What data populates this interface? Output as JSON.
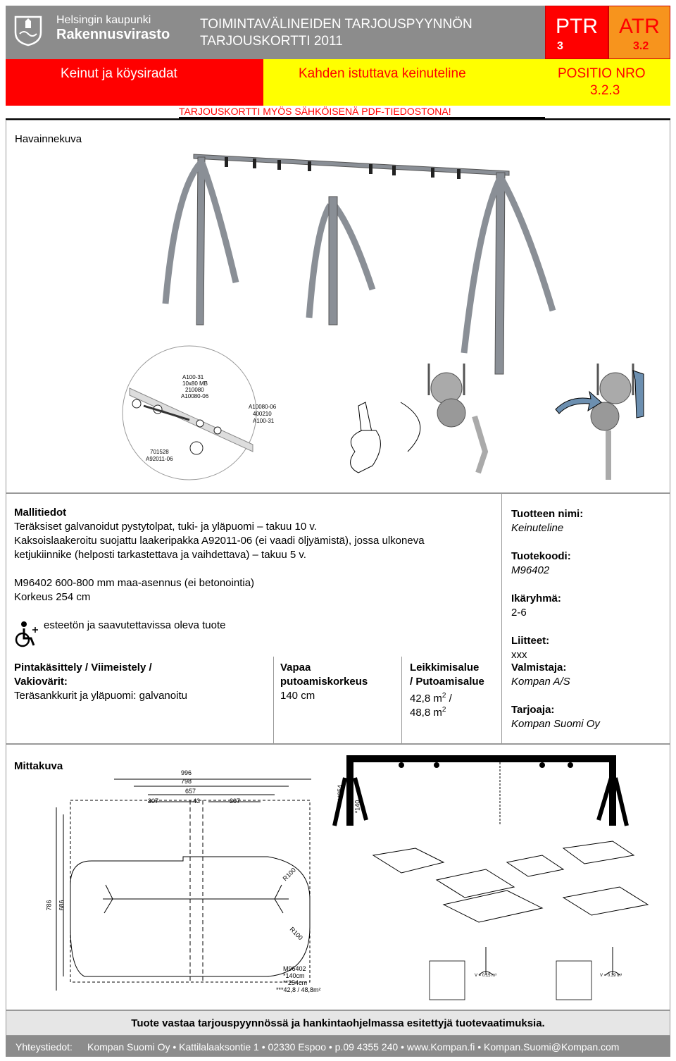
{
  "header": {
    "org_line1": "Helsingin kaupunki",
    "org_line2": "Rakennusvirasto",
    "title_line1": "TOIMINTAVÄLINEIDEN TARJOUSPYYNNÖN",
    "title_line2": "TARJOUSKORTTI 2011",
    "ptr_label": "PTR",
    "ptr_value": "3",
    "atr_label": "ATR",
    "atr_value": "3.2",
    "category": "Keinut ja köysiradat",
    "product": "Kahden istuttava keinuteline",
    "position_label": "POSITIO NRO",
    "position_value": "3.2.3",
    "pdf_note": "TARJOUSKORTTI MYÖS SÄHKÖISENÄ PDF-TIEDOSTONA!"
  },
  "illustration": {
    "heading": "Havainnekuva",
    "detail_labels": [
      "A100-31",
      "10x80 MB",
      "210080",
      "A10080-06",
      "A10080-06",
      "400210",
      "A100-31",
      "701528",
      "A92011-06"
    ]
  },
  "model_info": {
    "heading": "Mallitiedot",
    "line1": "Teräksiset galvanoidut pystytolpat, tuki- ja yläpuomi – takuu 10 v.",
    "line2": "Kaksoislaakeroitu suojattu laakeripakka A92011-06 (ei vaadi öljyämistä), jossa ulkoneva",
    "line3": "ketjukiinnike (helposti tarkastettava ja vaihdettava) – takuu 5 v.",
    "line4": "M96402 600-800 mm maa-asennus (ei betonointia)",
    "line5": "Korkeus 254 cm",
    "accessible": "esteetön ja saavutettavissa oleva tuote"
  },
  "surface": {
    "heading1": "Pintakäsittely / Viimeistely /",
    "heading2": "Vakiovärit:",
    "value": "Teräsankkurit ja yläpuomi: galvanoitu"
  },
  "fall_height": {
    "heading1": "Vapaa",
    "heading2": "putoamiskorkeus",
    "value": "140 cm"
  },
  "area": {
    "heading1": "Leikkimisalue",
    "heading2": "/ Putoamisalue",
    "value1": "42,8 m",
    "value1_sup": "2",
    "value1_suffix": " /",
    "value2": "48,8 m",
    "value2_sup": "2"
  },
  "product_info": {
    "name_label": "Tuotteen nimi:",
    "name_value": "Keinuteline",
    "code_label": "Tuotekoodi:",
    "code_value": "M96402",
    "age_label": "Ikäryhmä:",
    "age_value": "2-6",
    "attach_label": "Liitteet:",
    "attach_value": "xxx",
    "maker_label": "Valmistaja:",
    "maker_value": "Kompan A/S",
    "bidder_label": "Tarjoaja:",
    "bidder_value": "Kompan Suomi Oy"
  },
  "scale": {
    "heading": "Mittakuva",
    "dims": [
      "996",
      "798",
      "657",
      "307",
      "43",
      "307",
      "786",
      "686",
      "R100",
      "R100",
      "**254",
      "*140"
    ],
    "legend": [
      "M96402",
      "*140cm",
      "**254cm",
      "***42,8 / 48,8m²"
    ],
    "v1": "V = 0.15 m³",
    "v2": "V = 0.39 m³"
  },
  "footer": {
    "requirement": "Tuote vastaa tarjouspyynnössä ja hankintaohjelmassa esitettyjä tuotevaatimuksia.",
    "contact_label": "Yhteystiedot:",
    "contact_value": "Kompan Suomi Oy • Kattilalaaksontie 1 • 02330 Espoo • p.09 4355 240 • www.Kompan.fi • Kompan.Suomi@Kompan.com"
  },
  "colors": {
    "header_gray": "#8c8c8c",
    "yellow": "#ffff00",
    "red": "#ff0000",
    "orange": "#f7941d"
  }
}
